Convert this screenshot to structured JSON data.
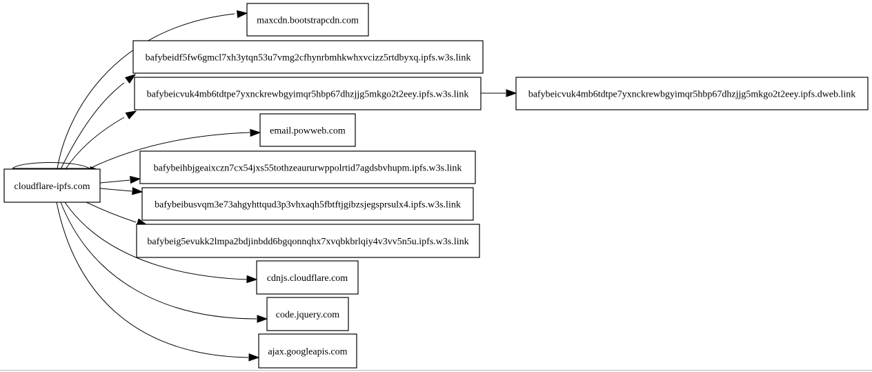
{
  "graph": {
    "nodes": [
      {
        "id": "src",
        "label": "cloudflare-ipfs.com"
      },
      {
        "id": "n1",
        "label": "maxcdn.bootstrapcdn.com"
      },
      {
        "id": "n2",
        "label": "bafybeidf5fw6gmcl7xh3ytqn53u7vmg2cfhynrbmhkwhxvcizz5rtdbyxq.ipfs.w3s.link"
      },
      {
        "id": "n3",
        "label": "bafybeicvuk4mb6tdtpe7yxnckrewbgyimqr5hbp67dhzjjg5mkgo2t2eey.ipfs.w3s.link"
      },
      {
        "id": "n3b",
        "label": "bafybeicvuk4mb6tdtpe7yxnckrewbgyimqr5hbp67dhzjjg5mkgo2t2eey.ipfs.dweb.link"
      },
      {
        "id": "n4",
        "label": "email.powweb.com"
      },
      {
        "id": "n5",
        "label": "bafybeihbjgeaixczn7cx54jxs55tothzeaururwppolrtid7agdsbvhupm.ipfs.w3s.link"
      },
      {
        "id": "n6",
        "label": "bafybeibusvqm3e73ahgyhttqud3p3vhxaqh5fbtftjgibzsjegsprsulx4.ipfs.w3s.link"
      },
      {
        "id": "n7",
        "label": "bafybeig5evukk2lmpa2bdjinbdd6bgqonnqhx7xvqbkbrlqiy4v3vv5n5u.ipfs.w3s.link"
      },
      {
        "id": "n8",
        "label": "cdnjs.cloudflare.com"
      },
      {
        "id": "n9",
        "label": "code.jquery.com"
      },
      {
        "id": "n10",
        "label": "ajax.googleapis.com"
      }
    ],
    "edges": [
      {
        "from": "src",
        "to": "n1"
      },
      {
        "from": "src",
        "to": "n2"
      },
      {
        "from": "src",
        "to": "n3"
      },
      {
        "from": "n3",
        "to": "n3b"
      },
      {
        "from": "src",
        "to": "n4"
      },
      {
        "from": "src",
        "to": "src"
      },
      {
        "from": "src",
        "to": "n5"
      },
      {
        "from": "src",
        "to": "n6"
      },
      {
        "from": "src",
        "to": "n7"
      },
      {
        "from": "src",
        "to": "n8"
      },
      {
        "from": "src",
        "to": "n9"
      },
      {
        "from": "src",
        "to": "n10"
      }
    ]
  }
}
